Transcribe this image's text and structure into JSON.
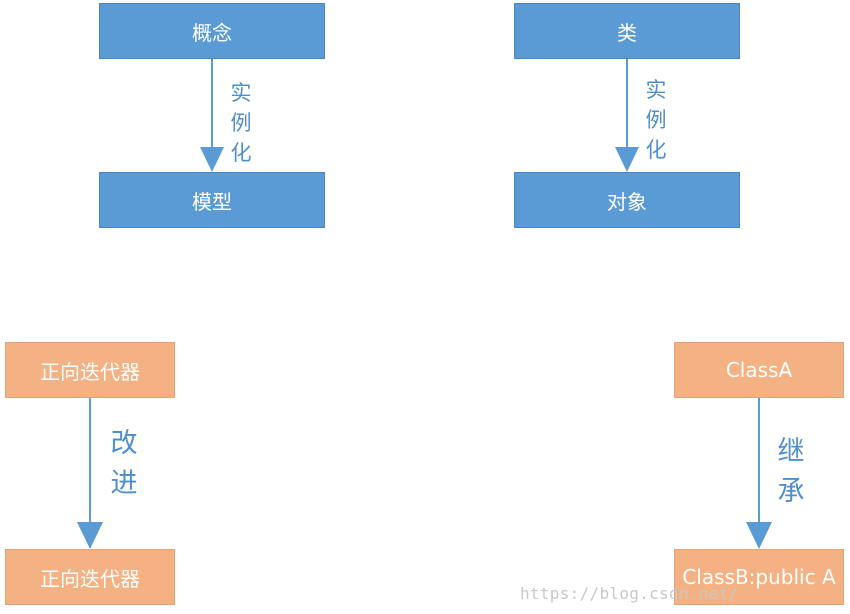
{
  "top_left": {
    "box_top": "概念",
    "box_bottom": "模型",
    "relation": "实\n例\n化"
  },
  "top_right": {
    "box_top": "类",
    "box_bottom": "对象",
    "relation": "实\n例\n化"
  },
  "bottom_left": {
    "box_top": "正向迭代器",
    "box_bottom": "正向迭代器",
    "relation": "改\n进"
  },
  "bottom_right": {
    "box_top": "ClassA",
    "box_bottom": "ClassB:public A",
    "relation": "继\n承"
  },
  "watermark": "https://blog.csdn.net/",
  "colors": {
    "blue_box": "#5b9bd5",
    "orange_box": "#f4b183",
    "arrow": "#5b9bd5",
    "label": "#4f8fd0"
  }
}
